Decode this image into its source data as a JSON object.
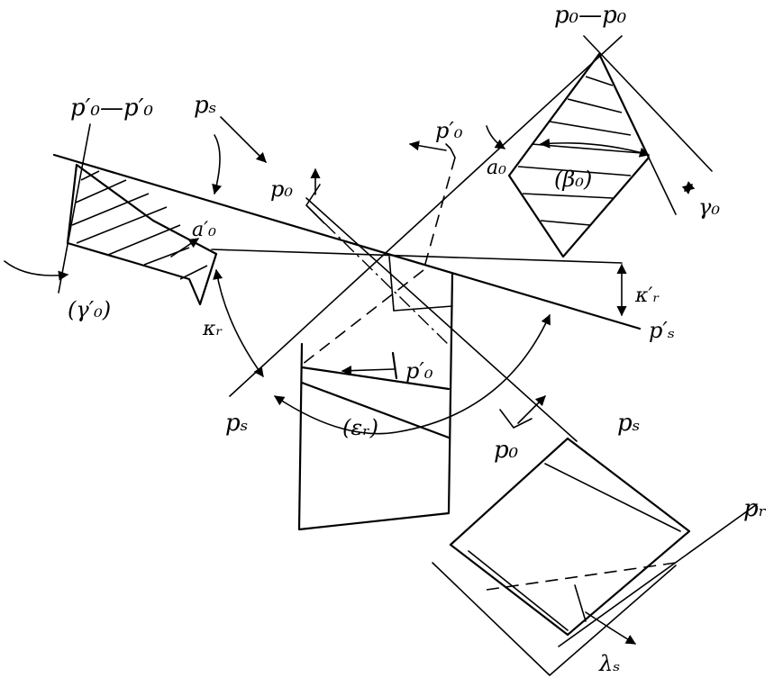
{
  "labels": {
    "section_po_po": "p₀—p₀",
    "section_po_prime": "p′₀—p′₀",
    "ps_top": "pₛ",
    "po_top": "p₀",
    "po_prime_top": "p′₀",
    "ao": "a₀",
    "beta_o": "(β₀)",
    "gamma_o": "γ₀",
    "ao_prime": "a′₀",
    "gamma_o_prime": "(γ′₀)",
    "kappa_r": "κᵣ",
    "kappa_r_prime": "κ′ᵣ",
    "ps_prime": "p′ₛ",
    "po_prime_mid": "p′₀",
    "ps_left": "pₛ",
    "epsilon_r": "(εᵣ)",
    "po_bottom": "p₀",
    "ps_right": "pₛ",
    "pr": "pᵣ",
    "lambda_s": "λₛ"
  }
}
